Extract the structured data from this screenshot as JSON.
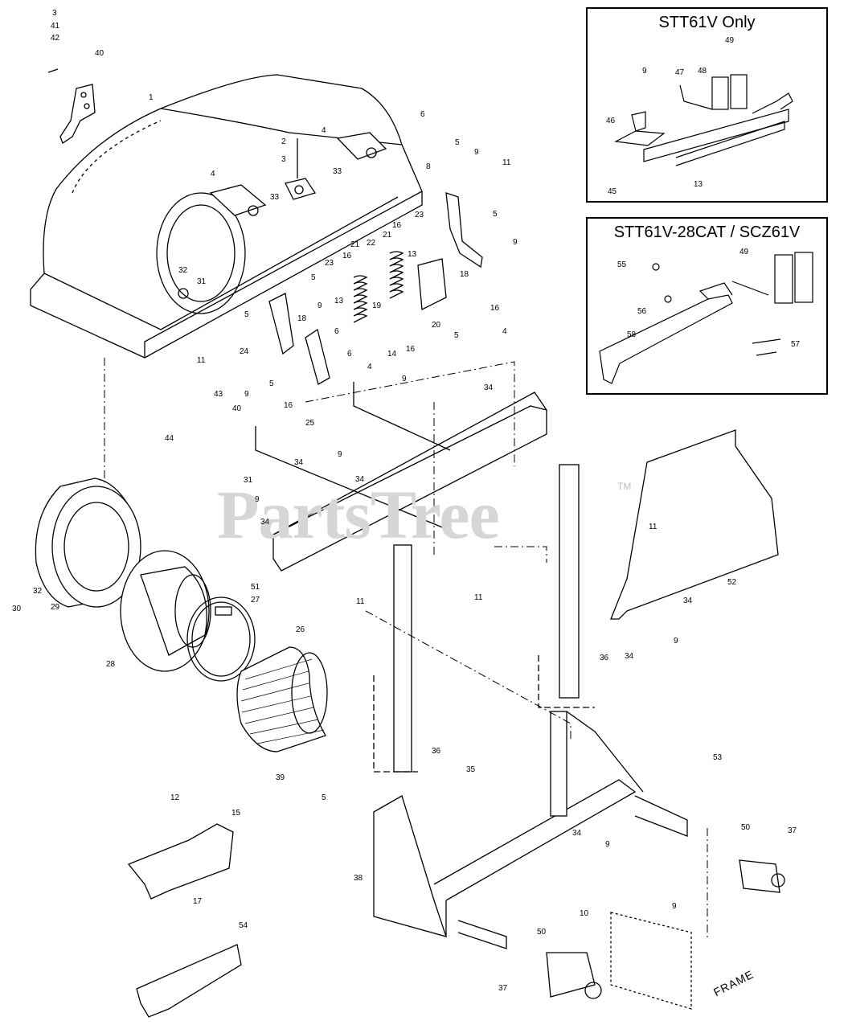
{
  "insets": {
    "stt61v_title": "STT61V Only",
    "scz_title": "STT61V-28CAT / SCZ61V"
  },
  "watermark": {
    "text": "PartsTree",
    "tm": "TM"
  },
  "frame_label": "FRAME",
  "top_stack": {
    "a": "3",
    "b": "41",
    "c": "42"
  },
  "callouts": {
    "c1": "1",
    "c2": "2",
    "c3": "3",
    "c4a": "4",
    "c4b": "4",
    "c4c": "4",
    "c4d": "4",
    "c5a": "5",
    "c5b": "5",
    "c5c": "5",
    "c5d": "5",
    "c5e": "5",
    "c5f": "5",
    "c5g": "5",
    "c6a": "6",
    "c6b": "6",
    "c6c": "6",
    "c8": "8",
    "c9a": "9",
    "c9b": "9",
    "c9c": "9",
    "c9d": "9",
    "c9e": "9",
    "c9f": "9",
    "c9g": "9",
    "c9h": "9",
    "c9i": "9",
    "c9j": "9",
    "c9k": "9",
    "c10": "10",
    "c11a": "11",
    "c11b": "11",
    "c11c": "11",
    "c11d": "11",
    "c11e": "11",
    "c12": "12",
    "c13a": "13",
    "c13b": "13",
    "c13c": "13",
    "c14": "14",
    "c15": "15",
    "c16a": "16",
    "c16b": "16",
    "c16c": "16",
    "c16d": "16",
    "c16e": "16",
    "c17": "17",
    "c18a": "18",
    "c18b": "18",
    "c19": "19",
    "c20": "20",
    "c21a": "21",
    "c21b": "21",
    "c22": "22",
    "c23a": "23",
    "c23b": "23",
    "c24": "24",
    "c25": "25",
    "c26": "26",
    "c27": "27",
    "c28": "28",
    "c29": "29",
    "c30": "30",
    "c31a": "31",
    "c31b": "31",
    "c32a": "32",
    "c32b": "32",
    "c33a": "33",
    "c33b": "33",
    "c34a": "34",
    "c34b": "34",
    "c34c": "34",
    "c34d": "34",
    "c34e": "34",
    "c34f": "34",
    "c34g": "34",
    "c35": "35",
    "c36a": "36",
    "c36b": "36",
    "c37a": "37",
    "c37b": "37",
    "c38": "38",
    "c39": "39",
    "c40a": "40",
    "c40b": "40",
    "c43": "43",
    "c44": "44",
    "c45": "45",
    "c46": "46",
    "c47": "47",
    "c48": "48",
    "c49a": "49",
    "c49b": "49",
    "c50a": "50",
    "c50b": "50",
    "c51": "51",
    "c52": "52",
    "c53": "53",
    "c54": "54",
    "c55": "55",
    "c56": "56",
    "c57": "57",
    "c58": "58"
  }
}
